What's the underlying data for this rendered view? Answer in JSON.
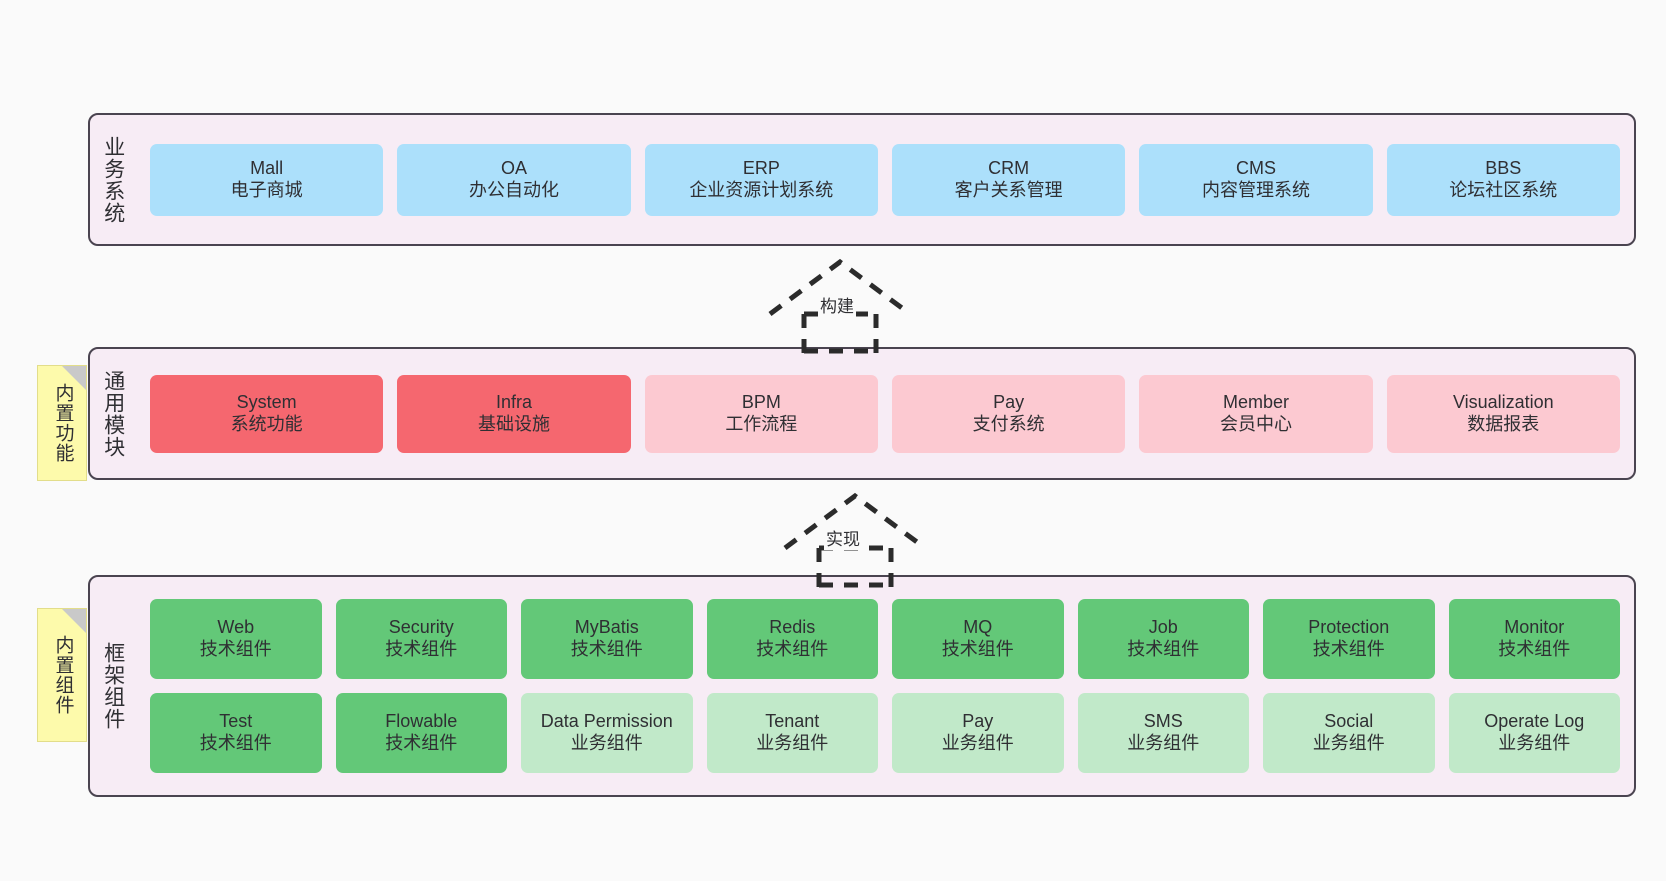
{
  "colors": {
    "canvas": "#fafafa",
    "panel_bg": "#f7ecf5",
    "panel_border": "#4a4450",
    "business_cell": "#ace0fb",
    "module_core_cell": "#f5676f",
    "module_cell": "#fcc9d1",
    "tech_component_cell": "#63c878",
    "biz_component_cell": "#c1e9c9",
    "note_bg": "#fdfaab",
    "note_fold": "#c9c9c9",
    "text": "#2f2f33"
  },
  "layers": [
    {
      "id": "business",
      "title": "业务系统",
      "rows": [
        [
          {
            "en": "Mall",
            "cn": "电子商城"
          },
          {
            "en": "OA",
            "cn": "办公自动化"
          },
          {
            "en": "ERP",
            "cn": "企业资源计划系统"
          },
          {
            "en": "CRM",
            "cn": "客户关系管理"
          },
          {
            "en": "CMS",
            "cn": "内容管理系统"
          },
          {
            "en": "BBS",
            "cn": "论坛社区系统"
          }
        ]
      ]
    },
    {
      "id": "modules",
      "title": "通用模块",
      "rows": [
        [
          {
            "en": "System",
            "cn": "系统功能"
          },
          {
            "en": "Infra",
            "cn": "基础设施"
          },
          {
            "en": "BPM",
            "cn": "工作流程"
          },
          {
            "en": "Pay",
            "cn": "支付系统"
          },
          {
            "en": "Member",
            "cn": "会员中心"
          },
          {
            "en": "Visualization",
            "cn": "数据报表"
          }
        ]
      ]
    },
    {
      "id": "framework",
      "title": "框架组件",
      "rows": [
        [
          {
            "en": "Web",
            "cn": "技术组件"
          },
          {
            "en": "Security",
            "cn": "技术组件"
          },
          {
            "en": "MyBatis",
            "cn": "技术组件"
          },
          {
            "en": "Redis",
            "cn": "技术组件"
          },
          {
            "en": "MQ",
            "cn": "技术组件"
          },
          {
            "en": "Job",
            "cn": "技术组件"
          },
          {
            "en": "Protection",
            "cn": "技术组件"
          },
          {
            "en": "Monitor",
            "cn": "技术组件"
          }
        ],
        [
          {
            "en": "Test",
            "cn": "技术组件"
          },
          {
            "en": "Flowable",
            "cn": "技术组件"
          },
          {
            "en": "Data Permission",
            "cn": "业务组件"
          },
          {
            "en": "Tenant",
            "cn": "业务组件"
          },
          {
            "en": "Pay",
            "cn": "业务组件"
          },
          {
            "en": "SMS",
            "cn": "业务组件"
          },
          {
            "en": "Social",
            "cn": "业务组件"
          },
          {
            "en": "Operate Log",
            "cn": "业务组件"
          }
        ]
      ]
    }
  ],
  "notes": [
    {
      "id": "functions",
      "text": "内置功能"
    },
    {
      "id": "components",
      "text": "内置组件"
    }
  ],
  "connectors": [
    {
      "id": "build",
      "label": "构建",
      "style": "dashed-hollow-arrow-up"
    },
    {
      "id": "implement",
      "label": "实现",
      "style": "dashed-hollow-arrow-up"
    }
  ]
}
